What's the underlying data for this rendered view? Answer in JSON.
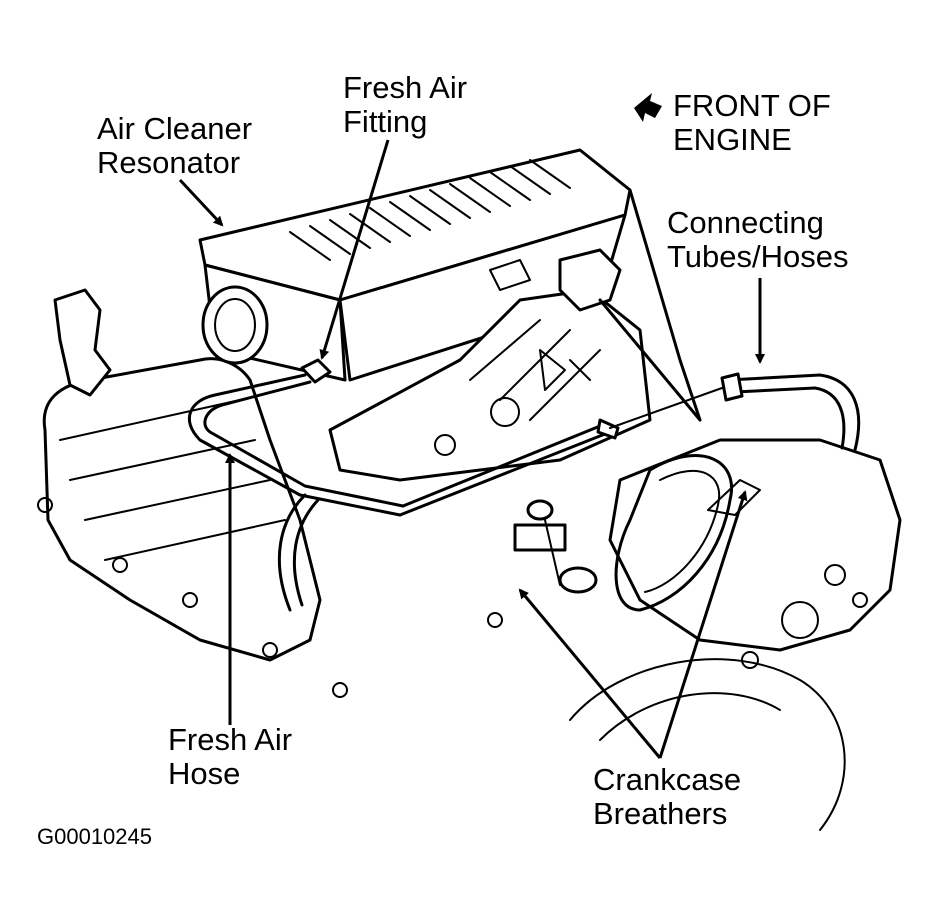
{
  "diagram": {
    "labels": {
      "air_cleaner_resonator": [
        "Air Cleaner",
        "Resonator"
      ],
      "fresh_air_fitting": [
        "Fresh Air",
        "Fitting"
      ],
      "front_of_engine": [
        "FRONT OF",
        "ENGINE"
      ],
      "connecting_tubes": [
        "Connecting",
        "Tubes/Hoses"
      ],
      "fresh_air_hose": [
        "Fresh Air",
        "Hose"
      ],
      "crankcase_breathers": [
        "Crankcase",
        "Breathers"
      ]
    },
    "figure_code": "G00010245"
  }
}
